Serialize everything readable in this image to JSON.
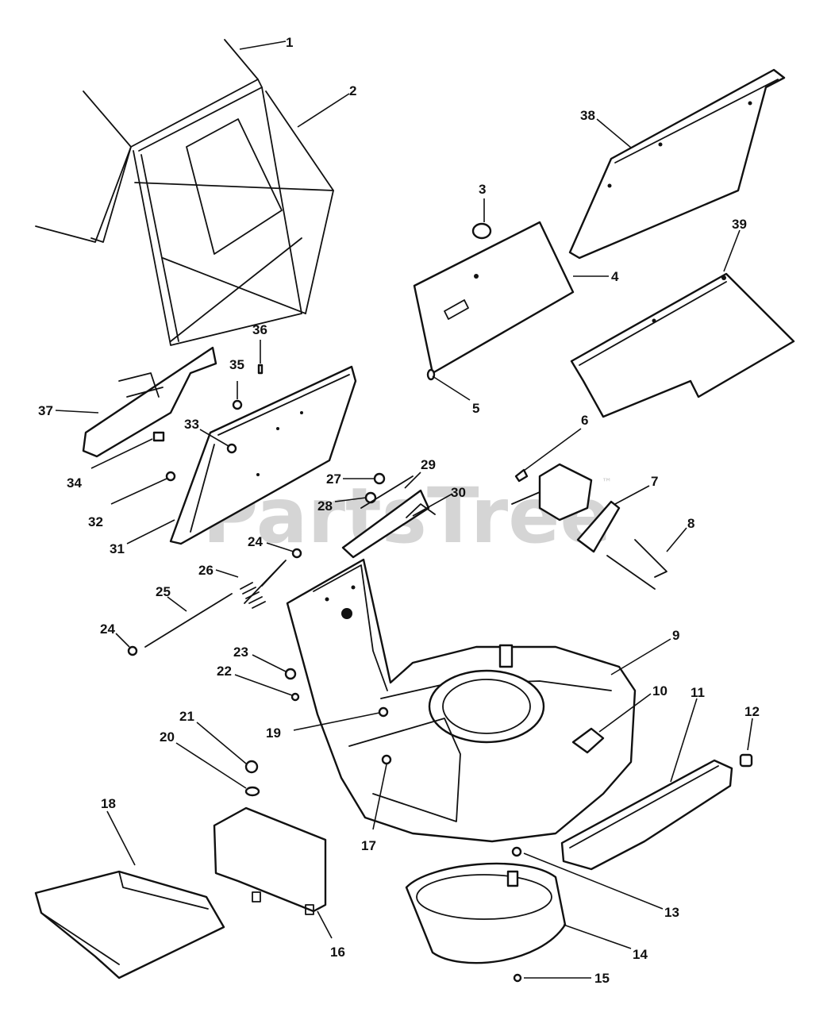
{
  "watermark": {
    "text": "PartsTree",
    "trademark": "™"
  },
  "callouts": [
    "1",
    "2",
    "3",
    "4",
    "5",
    "6",
    "7",
    "8",
    "9",
    "10",
    "11",
    "12",
    "13",
    "14",
    "15",
    "16",
    "17",
    "18",
    "19",
    "20",
    "21",
    "22",
    "23",
    "24",
    "24",
    "25",
    "26",
    "27",
    "28",
    "29",
    "30",
    "31",
    "32",
    "33",
    "34",
    "35",
    "36",
    "37",
    "38",
    "39"
  ]
}
